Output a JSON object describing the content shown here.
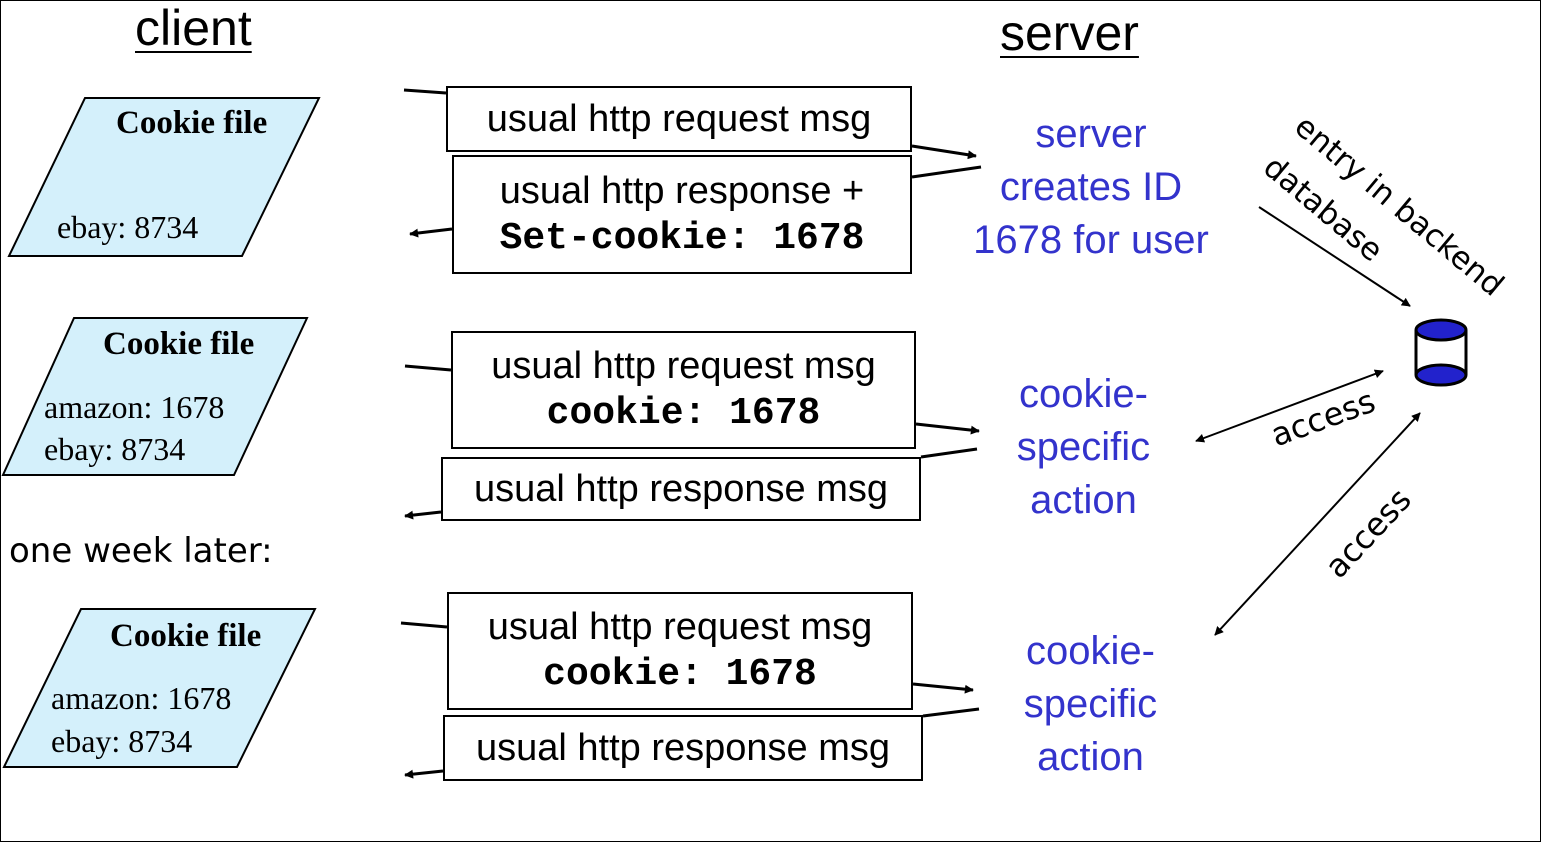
{
  "headings": {
    "client": "client",
    "server": "server"
  },
  "colors": {
    "cookie_fill": "#d4f0fb",
    "server_text": "#3333cc",
    "database_fill": "#2222cc",
    "line": "#000000"
  },
  "cookie_files": [
    {
      "title": "Cookie file",
      "entries": [
        "ebay: 8734"
      ]
    },
    {
      "title": "Cookie file",
      "entries": [
        "amazon: 1678",
        "ebay: 8734"
      ]
    },
    {
      "title": "Cookie file",
      "entries": [
        "amazon: 1678",
        "ebay: 8734"
      ]
    }
  ],
  "exchanges": [
    {
      "request": {
        "lines": [
          "usual http request msg"
        ]
      },
      "response": {
        "lines": [
          "usual http response +"
        ],
        "code": "Set-cookie: 1678"
      },
      "server_action": "server\ncreates ID\n1678 for user"
    },
    {
      "request": {
        "lines": [
          "usual http request msg"
        ],
        "code": "cookie: 1678"
      },
      "response": {
        "lines": [
          "usual http response msg"
        ]
      },
      "server_action": "cookie-\nspecific\naction"
    },
    {
      "request": {
        "lines": [
          "usual http request msg"
        ],
        "code": "cookie: 1678"
      },
      "response": {
        "lines": [
          "usual http response msg"
        ]
      },
      "server_action": "cookie-\nspecific\naction"
    }
  ],
  "one_week_later": "one week later:",
  "database": {
    "icon": "database-icon"
  },
  "backend_labels": {
    "entry_line1": "entry in backend",
    "entry_line2": "database"
  },
  "access_labels": [
    "access",
    "access"
  ]
}
